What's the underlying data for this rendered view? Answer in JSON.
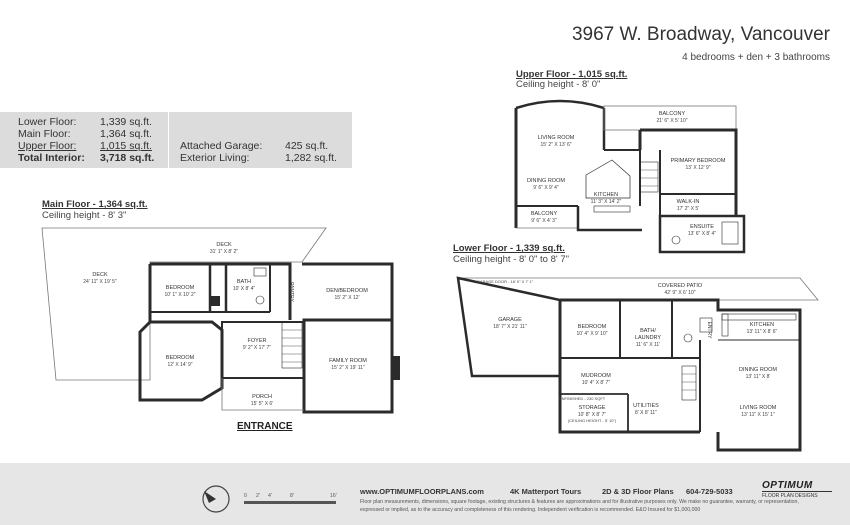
{
  "header": {
    "address": "3967 W. Broadway, Vancouver",
    "rooms_summary": "4 bedrooms + den + 3 bathrooms"
  },
  "summary": {
    "lower_label": "Lower Floor:",
    "lower_value": "1,339 sq.ft.",
    "main_label": "Main Floor:",
    "main_value": "1,364 sq.ft.",
    "upper_label": "Upper Floor:",
    "upper_value": "1,015 sq.ft.",
    "total_label": "Total Interior:",
    "total_value": "3,718 sq.ft.",
    "garage_label": "Attached Garage:",
    "garage_value": "425 sq.ft.",
    "exterior_label": "Exterior Living:",
    "exterior_value": "1,282 sq.ft."
  },
  "main_floor": {
    "title": "Main Floor - 1,364 sq.ft.",
    "ceiling": "Ceiling height - 8' 3\"",
    "entrance": "ENTRANCE",
    "rooms": {
      "deck_top": "DECK",
      "deck_top_dim": "31' 1\" X 8' 2\"",
      "deck_left": "DECK",
      "deck_left_dim": "24' 11\" X 19' 5\"",
      "bedroom1": "BEDROOM",
      "bedroom1_dim": "10' 1\" X 10' 2\"",
      "bath": "BATH",
      "bath_dim": "10' X 8' 4\"",
      "den": "DEN/BEDROOM",
      "den_dim": "15' 2\" X 12'",
      "bedroom2": "BEDROOM",
      "bedroom2_dim": "12' X 14' 9\"",
      "foyer": "FOYER",
      "foyer_dim": "9' 2\" X 17' 7\"",
      "family": "FAMILY ROOM",
      "family_dim": "15' 2\" X 19' 11\"",
      "porch": "PORCH",
      "porch_dim": "15' 5\" X 6'",
      "pantry": "PANTRY"
    }
  },
  "upper_floor": {
    "title": "Upper Floor - 1,015 sq.ft.",
    "ceiling": "Ceiling height - 8' 0\"",
    "rooms": {
      "balcony1": "BALCONY",
      "balcony1_dim": "21' 6\" X 5' 10\"",
      "living": "LIVING ROOM",
      "living_dim": "15' 2\" X 13' 6\"",
      "dining": "DINING ROOM",
      "dining_dim": "9' 6\" X 9' 4\"",
      "kitchen": "KITCHEN",
      "kitchen_dim": "11' 3\" X 14' 2\"",
      "primary": "PRIMARY BEDROOM",
      "primary_dim": "13' X 12' 9\"",
      "walkin": "WALK-IN",
      "walkin_dim": "17' 2\" X 5'",
      "ensuite": "ENSUITE",
      "ensuite_dim": "13' 6\" X 8' 4\"",
      "balcony2": "BALCONY",
      "balcony2_dim": "9' 6\" X 4' 3\""
    }
  },
  "lower_floor": {
    "title": "Lower Floor - 1,339 sq.ft.",
    "ceiling": "Ceiling height - 8' 0\" to 8' 7\"",
    "rooms": {
      "garage_door": "GARAGE DOOR - 16' 0\" X 7' 1\"",
      "garage": "GARAGE",
      "garage_dim": "18' 7\" X 21' 11\"",
      "patio": "COVERED PATIO",
      "patio_dim": "42' 9\" X 6' 10\"",
      "bedroom": "BEDROOM",
      "bedroom_dim": "10' 4\" X 9' 10\"",
      "bath": "BATH/",
      "bath2": "LAUNDRY",
      "bath_dim": "11' 6\" X 11'",
      "kitchen": "KITCHEN",
      "kitchen_dim": "13' 11\" X 8' 6\"",
      "mudroom": "MUDROOM",
      "mudroom_dim": "10' 4\" X 8' 7\"",
      "dining": "DINING ROOM",
      "dining_dim": "13' 11\" X 8'",
      "unfinished": "UNFINISHED - 230 SQFT",
      "storage": "STORAGE",
      "storage_dim": "10' 8\" X 8' 7\"",
      "storage_ceiling": "(CEILING HEIGHT - 5' 10\")",
      "utilities": "UTILITIES",
      "utilities_dim": "8' X 8' 11\"",
      "living": "LIVING ROOM",
      "living_dim": "13' 11\" X 15' 1\"",
      "entry": "ENTRY"
    }
  },
  "footer": {
    "website": "www.OPTIMUMFLOORPLANS.com",
    "matterport": "4K Matterport Tours",
    "plans": "2D & 3D Floor Plans",
    "phone": "604-729-5033",
    "logo_top": "OPTIMUM",
    "logo_bottom": "FLOOR PLAN DESIGNS",
    "disclaimer1": "Floor plan measurements, dimensions, square footage, existing structures & features are approximations and for illustrative purposes only. We make no guarantee, warranty, or representation,",
    "disclaimer2": "expressed or implied, as to the accuracy and completeness of this rendering. Independent verification is recommended. E&O Insured for $1,000,000",
    "scale_0": "0",
    "scale_1": "2'",
    "scale_2": "4'",
    "scale_3": "8'",
    "scale_4": "16'"
  },
  "colors": {
    "wall": "#2b2b2b",
    "summary_bg": "#dcdcdc",
    "footer_bg": "#e6e6e6"
  }
}
